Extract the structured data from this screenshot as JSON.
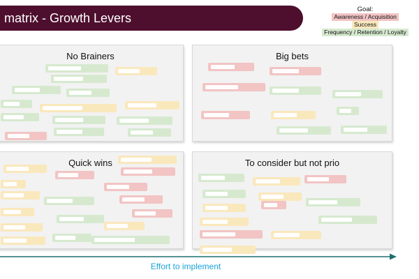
{
  "header": {
    "title": "matrix - Growth Levers",
    "background_color": "#4e0f2e"
  },
  "goal_legend": {
    "heading": "Goal:",
    "items": [
      {
        "label": "Awareness / Acquisition",
        "color": "#f2c4c4"
      },
      {
        "label": "Success",
        "color": "#fae8bd"
      },
      {
        "label": "Frequency / Retention / Loyalty",
        "color": "#d6e9cf"
      }
    ]
  },
  "quadrants": [
    {
      "title": "No Brainers"
    },
    {
      "title": "Big bets"
    },
    {
      "title": "Quick wins"
    },
    {
      "title": "To consider but not prio"
    }
  ],
  "axis": {
    "label": "Effort to implement",
    "color": "#1f6f6f",
    "label_color": "#1aa3d9"
  },
  "card_colors": {
    "red": "#f2c4c4",
    "yellow": "#fae8bd",
    "green": "#d6e9cf"
  }
}
